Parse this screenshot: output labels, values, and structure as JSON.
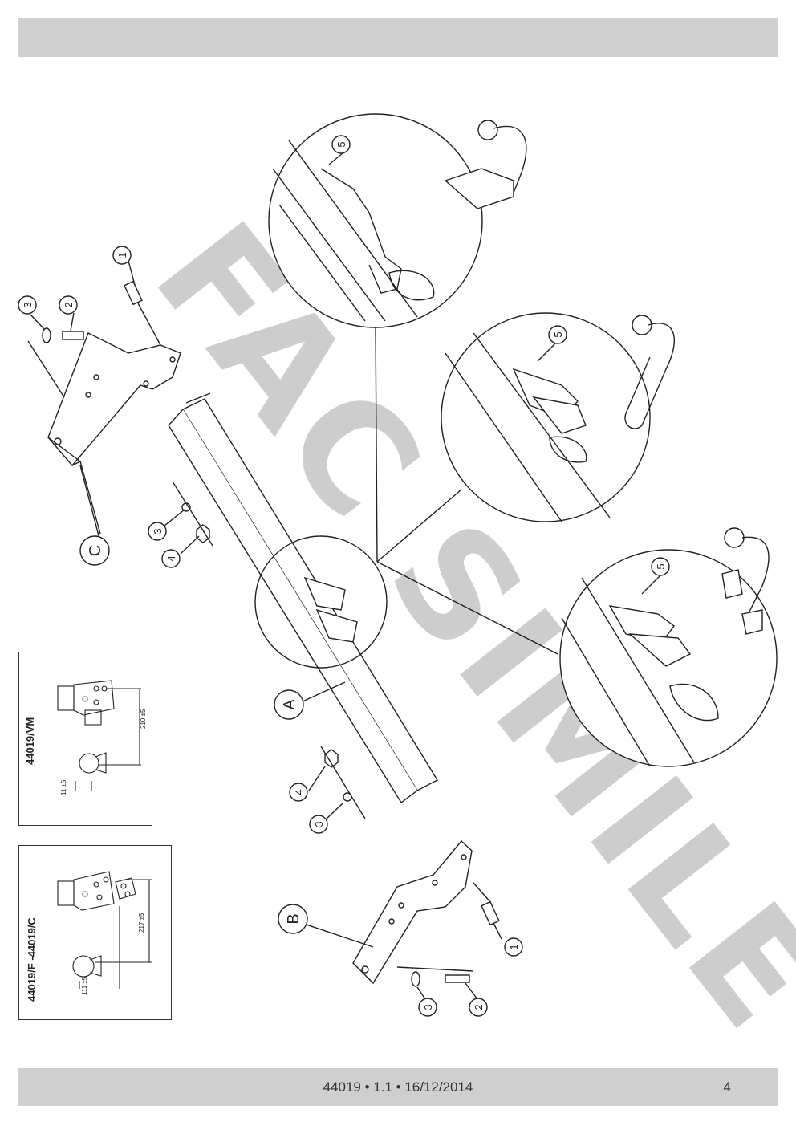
{
  "header": {
    "text": ""
  },
  "watermark": {
    "text": "FAC SIMILE"
  },
  "callouts": {
    "part_1": "1",
    "part_2": "2",
    "part_3": "3",
    "part_4": "4",
    "part_5": "5",
    "part_A": "A",
    "part_B": "B",
    "part_C": "C"
  },
  "insets": {
    "vm": {
      "title": "44019/VM",
      "dim_height": "210 ±5",
      "dim_width": "11 ±5"
    },
    "fc": {
      "title": "44019/F -44019/C",
      "dim_height": "217 ±5",
      "dim_width": "111 ±5"
    }
  },
  "footer": {
    "reference": "44019 • 1.1 • 16/12/2014",
    "page": "4"
  }
}
